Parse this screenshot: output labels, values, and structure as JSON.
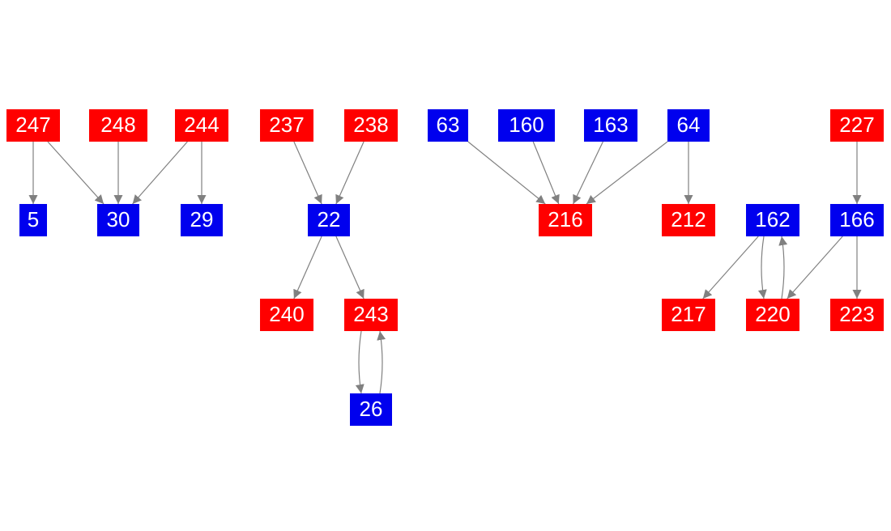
{
  "colors": {
    "red": "#ff0000",
    "blue": "#0000ee",
    "edge": "#808080",
    "label": "#ffffff"
  },
  "nodes": [
    {
      "id": "247",
      "color": "red"
    },
    {
      "id": "248",
      "color": "red"
    },
    {
      "id": "244",
      "color": "red"
    },
    {
      "id": "5",
      "color": "blue"
    },
    {
      "id": "30",
      "color": "blue"
    },
    {
      "id": "29",
      "color": "blue"
    },
    {
      "id": "237",
      "color": "red"
    },
    {
      "id": "238",
      "color": "red"
    },
    {
      "id": "22",
      "color": "blue"
    },
    {
      "id": "240",
      "color": "red"
    },
    {
      "id": "243",
      "color": "red"
    },
    {
      "id": "26",
      "color": "blue"
    },
    {
      "id": "63",
      "color": "blue"
    },
    {
      "id": "160",
      "color": "blue"
    },
    {
      "id": "163",
      "color": "blue"
    },
    {
      "id": "64",
      "color": "blue"
    },
    {
      "id": "216",
      "color": "red"
    },
    {
      "id": "212",
      "color": "red"
    },
    {
      "id": "227",
      "color": "red"
    },
    {
      "id": "162",
      "color": "blue"
    },
    {
      "id": "166",
      "color": "blue"
    },
    {
      "id": "217",
      "color": "red"
    },
    {
      "id": "220",
      "color": "red"
    },
    {
      "id": "223",
      "color": "red"
    }
  ],
  "edges": [
    {
      "from": "247",
      "to": "5"
    },
    {
      "from": "247",
      "to": "30"
    },
    {
      "from": "248",
      "to": "30"
    },
    {
      "from": "244",
      "to": "30"
    },
    {
      "from": "244",
      "to": "29"
    },
    {
      "from": "237",
      "to": "22"
    },
    {
      "from": "238",
      "to": "22"
    },
    {
      "from": "22",
      "to": "240"
    },
    {
      "from": "22",
      "to": "243"
    },
    {
      "from": "243",
      "to": "26"
    },
    {
      "from": "26",
      "to": "243"
    },
    {
      "from": "63",
      "to": "216"
    },
    {
      "from": "160",
      "to": "216"
    },
    {
      "from": "163",
      "to": "216"
    },
    {
      "from": "64",
      "to": "216"
    },
    {
      "from": "64",
      "to": "212"
    },
    {
      "from": "227",
      "to": "166"
    },
    {
      "from": "162",
      "to": "217"
    },
    {
      "from": "162",
      "to": "220"
    },
    {
      "from": "220",
      "to": "162"
    },
    {
      "from": "166",
      "to": "220"
    },
    {
      "from": "166",
      "to": "223"
    }
  ]
}
